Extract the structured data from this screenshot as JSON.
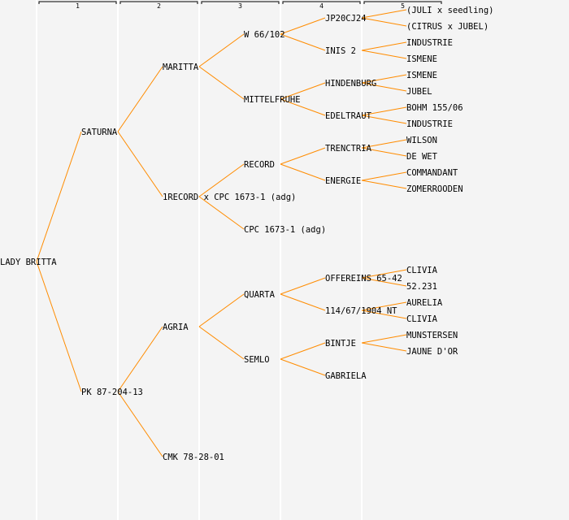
{
  "header": {
    "generation_labels": [
      "1",
      "2",
      "3",
      "4",
      "5"
    ]
  },
  "colors": {
    "line": "#ff8c00",
    "highlight": "#0000ff",
    "text": "#000000",
    "background": "#f4f4f4",
    "column_separator": "#ffffff"
  },
  "pedigree": {
    "name": "LADY BRITTA",
    "parents": [
      {
        "name": "SATURNA",
        "parents": [
          {
            "name": "MARITTA",
            "parents": [
              {
                "name": "W 66/102",
                "parents": [
                  {
                    "name": "JP20CJ24",
                    "parents": [
                      {
                        "name": "(JULI x seedling)"
                      },
                      {
                        "name": "(CITRUS x JUBEL)"
                      }
                    ]
                  },
                  {
                    "name": "INIS 2",
                    "parents": [
                      {
                        "name": "INDUSTRIE"
                      },
                      {
                        "name": "ISMENE"
                      }
                    ]
                  }
                ]
              },
              {
                "name": "MITTELFRUHE",
                "parents": [
                  {
                    "name": "HINDENBURG",
                    "parents": [
                      {
                        "name": "ISMENE"
                      },
                      {
                        "name": "JUBEL"
                      }
                    ]
                  },
                  {
                    "name": "EDELTRAUT",
                    "parents": [
                      {
                        "name": "BOHM 155/06"
                      },
                      {
                        "name": "INDUSTRIE"
                      }
                    ]
                  }
                ]
              }
            ]
          },
          {
            "name": "1RECORD x CPC 1673-1 (adg)",
            "parents": [
              {
                "name": "RECORD",
                "highlight": true,
                "parents": [
                  {
                    "name": "TRENCTRIA",
                    "parents": [
                      {
                        "name": "WILSON"
                      },
                      {
                        "name": "DE WET"
                      }
                    ]
                  },
                  {
                    "name": "ENERGIE",
                    "parents": [
                      {
                        "name": "COMMANDANT"
                      },
                      {
                        "name": "ZOMERROODEN"
                      }
                    ]
                  }
                ]
              },
              {
                "name": "CPC 1673-1 (adg)"
              }
            ]
          }
        ]
      },
      {
        "name": "PK 87-204-13",
        "parents": [
          {
            "name": "AGRIA",
            "parents": [
              {
                "name": "QUARTA",
                "parents": [
                  {
                    "name": "OFFEREINS 65-42",
                    "parents": [
                      {
                        "name": "CLIVIA"
                      },
                      {
                        "name": "52.231"
                      }
                    ]
                  },
                  {
                    "name": "114/67/1904 NT",
                    "parents": [
                      {
                        "name": "AURELIA"
                      },
                      {
                        "name": "CLIVIA"
                      }
                    ]
                  }
                ]
              },
              {
                "name": "SEMLO",
                "parents": [
                  {
                    "name": "BINTJE",
                    "parents": [
                      {
                        "name": "MUNSTERSEN"
                      },
                      {
                        "name": "JAUNE D'OR"
                      }
                    ]
                  },
                  {
                    "name": "GABRIELA"
                  }
                ]
              }
            ]
          },
          {
            "name": "CMK 78-28-01"
          }
        ]
      }
    ]
  }
}
